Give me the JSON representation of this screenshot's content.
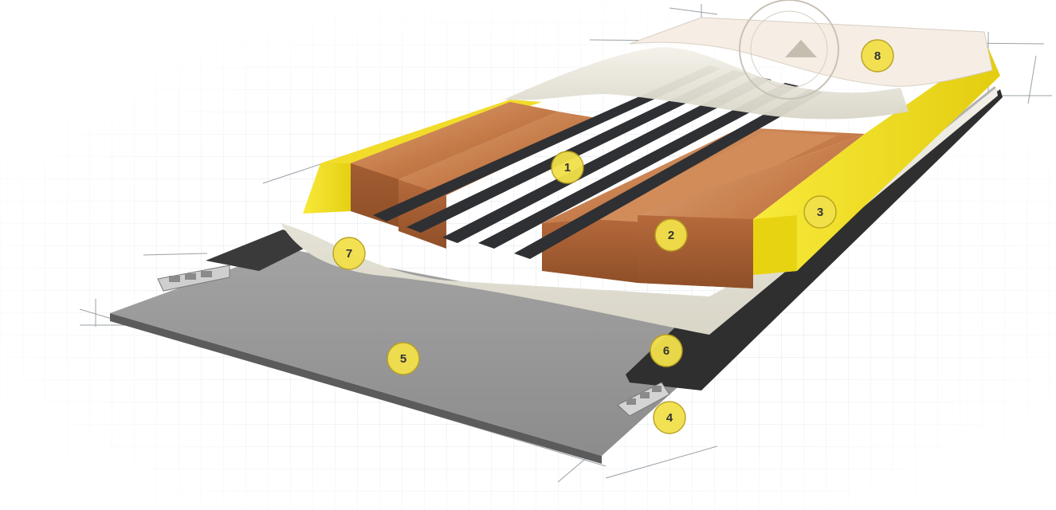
{
  "diagram": {
    "markers": [
      {
        "id": "1",
        "label": "1"
      },
      {
        "id": "2",
        "label": "2"
      },
      {
        "id": "3",
        "label": "3"
      },
      {
        "id": "4",
        "label": "4"
      },
      {
        "id": "5",
        "label": "5"
      },
      {
        "id": "6",
        "label": "6"
      },
      {
        "id": "7",
        "label": "7"
      },
      {
        "id": "8",
        "label": "8"
      }
    ]
  },
  "colors": {
    "marker_fill": "#f2e04a",
    "marker_stroke": "#b8a11f",
    "sidewall_yellow": "#f5e21a",
    "base_grey": "#9a9a9a",
    "carbon_stripe": "#2e3033",
    "wood_core": "#c8814f",
    "fiberglass": "#ecebe1",
    "topsheet": "#f7efe6"
  }
}
